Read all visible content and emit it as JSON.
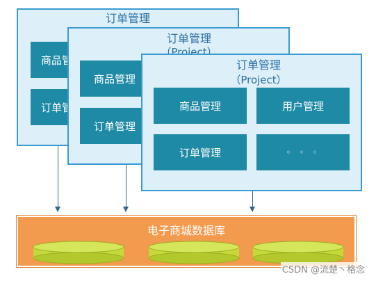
{
  "panels": [
    {
      "title": "订单管理",
      "modules": [
        "商品管理",
        "订单管理"
      ]
    },
    {
      "title": "订单管理",
      "subtitle": "（Project）",
      "modules": [
        "商品管理",
        "订单管理"
      ]
    },
    {
      "title": "订单管理",
      "subtitle": "（Project）",
      "modules": [
        "商品管理",
        "用户管理",
        "订单管理",
        "◦ ◦ ◦"
      ]
    }
  ],
  "database": {
    "title": "电子商城数据库",
    "colors": {
      "bar": "#f29a4e",
      "disk": "#c4d93a"
    }
  },
  "watermark": "CSDN @流楚丶格念"
}
